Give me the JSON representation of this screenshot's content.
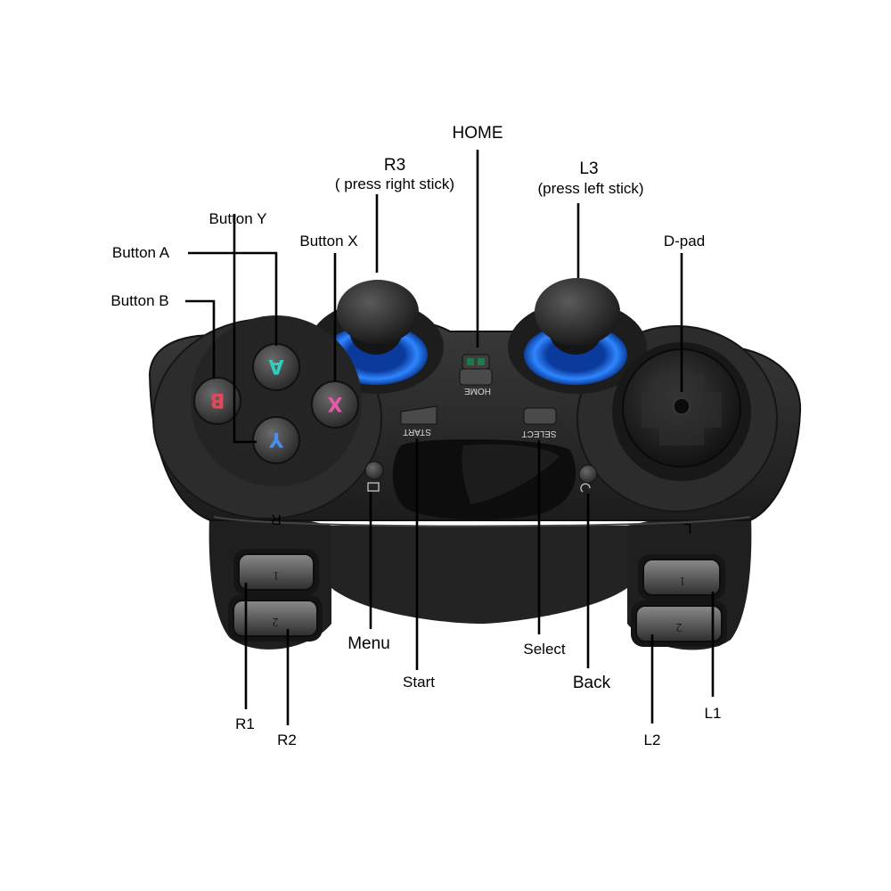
{
  "labels": {
    "home": "HOME",
    "r3_title": "R3",
    "r3_sub": "( press right stick)",
    "l3_title": "L3",
    "l3_sub": "(press left stick)",
    "button_y": "Button Y",
    "button_x": "Button X",
    "button_a": "Button A",
    "button_b": "Button B",
    "dpad": "D-pad",
    "menu": "Menu",
    "start": "Start",
    "select": "Select",
    "back": "Back",
    "r1": "R1",
    "r2": "R2",
    "l1": "L1",
    "l2": "L2"
  },
  "device": {
    "face_buttons": {
      "a": {
        "glyph": "A",
        "color": "#2ecfc0"
      },
      "b": {
        "glyph": "B",
        "color": "#e8475a"
      },
      "x": {
        "glyph": "X",
        "color": "#e45aa8"
      },
      "y": {
        "glyph": "Y",
        "color": "#4a8df0"
      }
    },
    "center_text": {
      "home": "HOME",
      "start": "START",
      "select": "SELECT",
      "side_r": "R",
      "side_l": "L"
    },
    "bumpers": {
      "r1": "1",
      "r2": "2",
      "l1": "1",
      "l2": "2"
    },
    "colors": {
      "body": "#2a2a2a",
      "stick_ring": "#1f6ff0"
    }
  }
}
